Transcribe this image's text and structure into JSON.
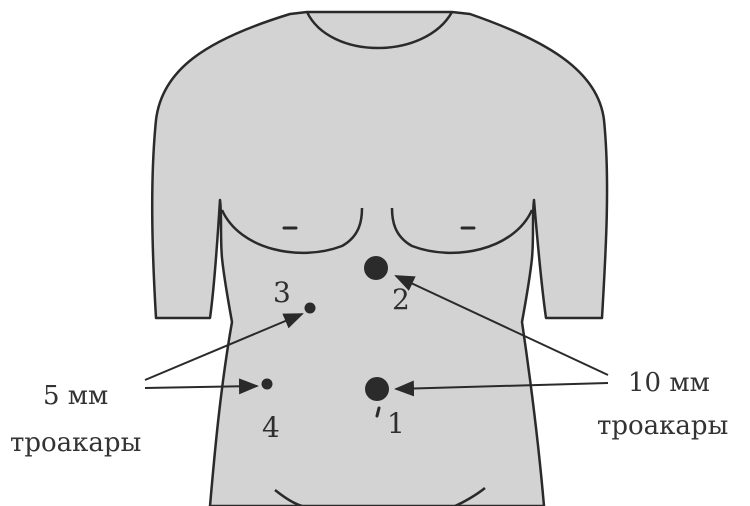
{
  "figure": {
    "ports": [
      {
        "number": "1",
        "size": "10 мм"
      },
      {
        "number": "2",
        "size": "10 мм"
      },
      {
        "number": "3",
        "size": "5 мм"
      },
      {
        "number": "4",
        "size": "5 мм"
      }
    ],
    "legend_left": {
      "size": "5 мм",
      "label": "троакары"
    },
    "legend_right": {
      "size": "10 мм",
      "label": "троакары"
    }
  },
  "colors": {
    "background": "#ffffff",
    "body_fill": "#d3d3d3",
    "outline": "#2a2a2a",
    "port_fill": "#2b2b2b",
    "text": "#333333"
  }
}
